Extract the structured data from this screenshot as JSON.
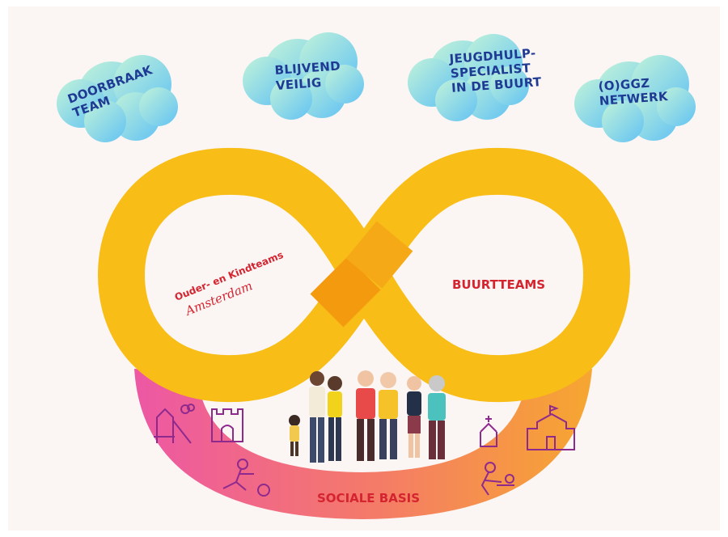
{
  "clouds": [
    {
      "lines": [
        "DOORBRAAK",
        "TEAM"
      ],
      "icon": "cloud"
    },
    {
      "lines": [
        "BLIJVEND",
        "VEILIG"
      ],
      "icon": "cloud"
    },
    {
      "lines": [
        "JEUGDHULP-",
        "SPECIALIST",
        "IN DE BUURT"
      ],
      "icon": "cloud"
    },
    {
      "lines": [
        "(O)GGZ",
        "NETWERK"
      ],
      "icon": "cloud"
    }
  ],
  "infinity": {
    "left_label_line1": "Ouder- en Kindteams",
    "left_label_line2": "Amsterdam",
    "right_label": "BUURTTEAMS"
  },
  "base": {
    "label": "SOCIALE BASIS",
    "icons": [
      "playground-icon",
      "castle-icon",
      "soccer-player-icon",
      "church-icon",
      "school-icon",
      "care-icon"
    ]
  },
  "colors": {
    "loop": "#f8bd16",
    "loop_cross": "#f39a0e",
    "cloud_gradient": [
      "#b9f0d8",
      "#6ec6f2"
    ],
    "text_dark_blue": "#1f3a93",
    "text_red": "#d42430",
    "base_gradient": [
      "#ee5c9c",
      "#f59a2a"
    ]
  }
}
